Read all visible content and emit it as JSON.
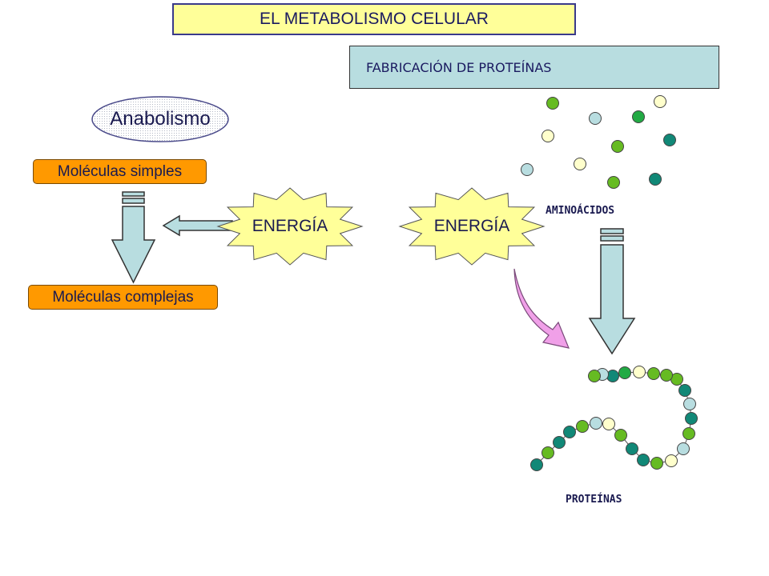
{
  "title": "EL METABOLISMO CELULAR",
  "subtitle": "FABRICACIÓN DE PROTEÍNAS",
  "process_label": "Anabolismo",
  "simple_molecules": "Moléculas simples",
  "complex_molecules": "Moléculas complejas",
  "energy_label_1": "ENERGÍA",
  "energy_label_2": "ENERGÍA",
  "amino_acids_label": "AMINOÁCIDOS",
  "proteins_label": "PROTEÍNAS",
  "colors": {
    "title_fill": "#ffff99",
    "subtitle_fill": "#b8dde0",
    "molecule_box_fill": "#ff9900",
    "energy_burst_fill": "#ffff99",
    "arrow_fill": "#b8dde0",
    "curved_arrow_fill": "#f0a0e8",
    "bead_green": "#66bb22",
    "bead_dark_green": "#22aa44",
    "bead_teal": "#118877",
    "bead_light_blue": "#b8dde0",
    "bead_cream": "#ffffcc"
  },
  "amino_acid_beads": [
    "bead_green",
    "bead_light_blue",
    "bead_dark_green",
    "bead_cream",
    "bead_cream",
    "bead_green",
    "bead_teal",
    "bead_light_blue",
    "bead_cream",
    "bead_green",
    "bead_teal"
  ],
  "protein_chain_beads": [
    "bead_teal",
    "bead_green",
    "bead_teal",
    "bead_teal",
    "bead_green",
    "bead_light_blue",
    "bead_cream",
    "bead_green",
    "bead_teal",
    "bead_teal",
    "bead_green",
    "bead_cream",
    "bead_light_blue",
    "bead_green",
    "bead_teal",
    "bead_light_blue",
    "bead_teal",
    "bead_green",
    "bead_green",
    "bead_green",
    "bead_cream",
    "bead_dark_green",
    "bead_teal",
    "bead_light_blue",
    "bead_green"
  ]
}
